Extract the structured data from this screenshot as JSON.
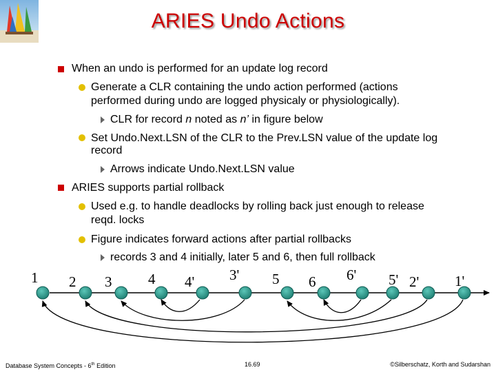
{
  "title": "ARIES Undo Actions",
  "bullets": {
    "b1": "When an undo is performed for an update log record",
    "b1_1": "Generate a CLR containing the undo action performed (actions",
    "b1_1_cont": "performed during undo are logged physicaly or physiologically).",
    "b1_1_1_pre": "CLR for  record ",
    "b1_1_1_n": "n",
    "b1_1_1_mid": " noted as ",
    "b1_1_1_nprime": "n’",
    "b1_1_1_post": " in figure below",
    "b1_2": "Set Undo.Next.LSN of the CLR to the Prev.LSN value of the update log",
    "b1_2_cont": "record",
    "b1_2_1": "Arrows indicate Undo.Next.LSN value",
    "b2": "ARIES supports partial rollback",
    "b2_1": "Used e.g. to handle deadlocks by rolling back just enough to release",
    "b2_1_cont": "reqd. locks",
    "b2_2": "Figure indicates forward actions after partial rollbacks",
    "b2_2_1": "records 3 and 4 initially, later 5 and 6, then full rollback"
  },
  "diagram": {
    "labels": [
      "1",
      "2",
      "3",
      "4",
      "4'",
      "3'",
      "5",
      "6",
      "6'",
      "5'",
      "2'",
      "1'"
    ]
  },
  "footer": {
    "left_pre": "Database System Concepts - 6",
    "left_sup": "th",
    "left_post": " Edition",
    "center": "16.69",
    "right": "©Silberschatz, Korth and Sudarshan"
  },
  "colors": {
    "title": "#cc0000",
    "level1_marker": "#cc0000",
    "level2_marker": "#e3c000",
    "level3_marker": "#666666",
    "node_fill": "#2e9e90"
  },
  "icons": {
    "logo": "sailboat-logo-icon",
    "level1_marker": "square-bullet-icon",
    "level2_marker": "circle-bullet-icon",
    "level3_marker": "triangle-bullet-icon"
  }
}
